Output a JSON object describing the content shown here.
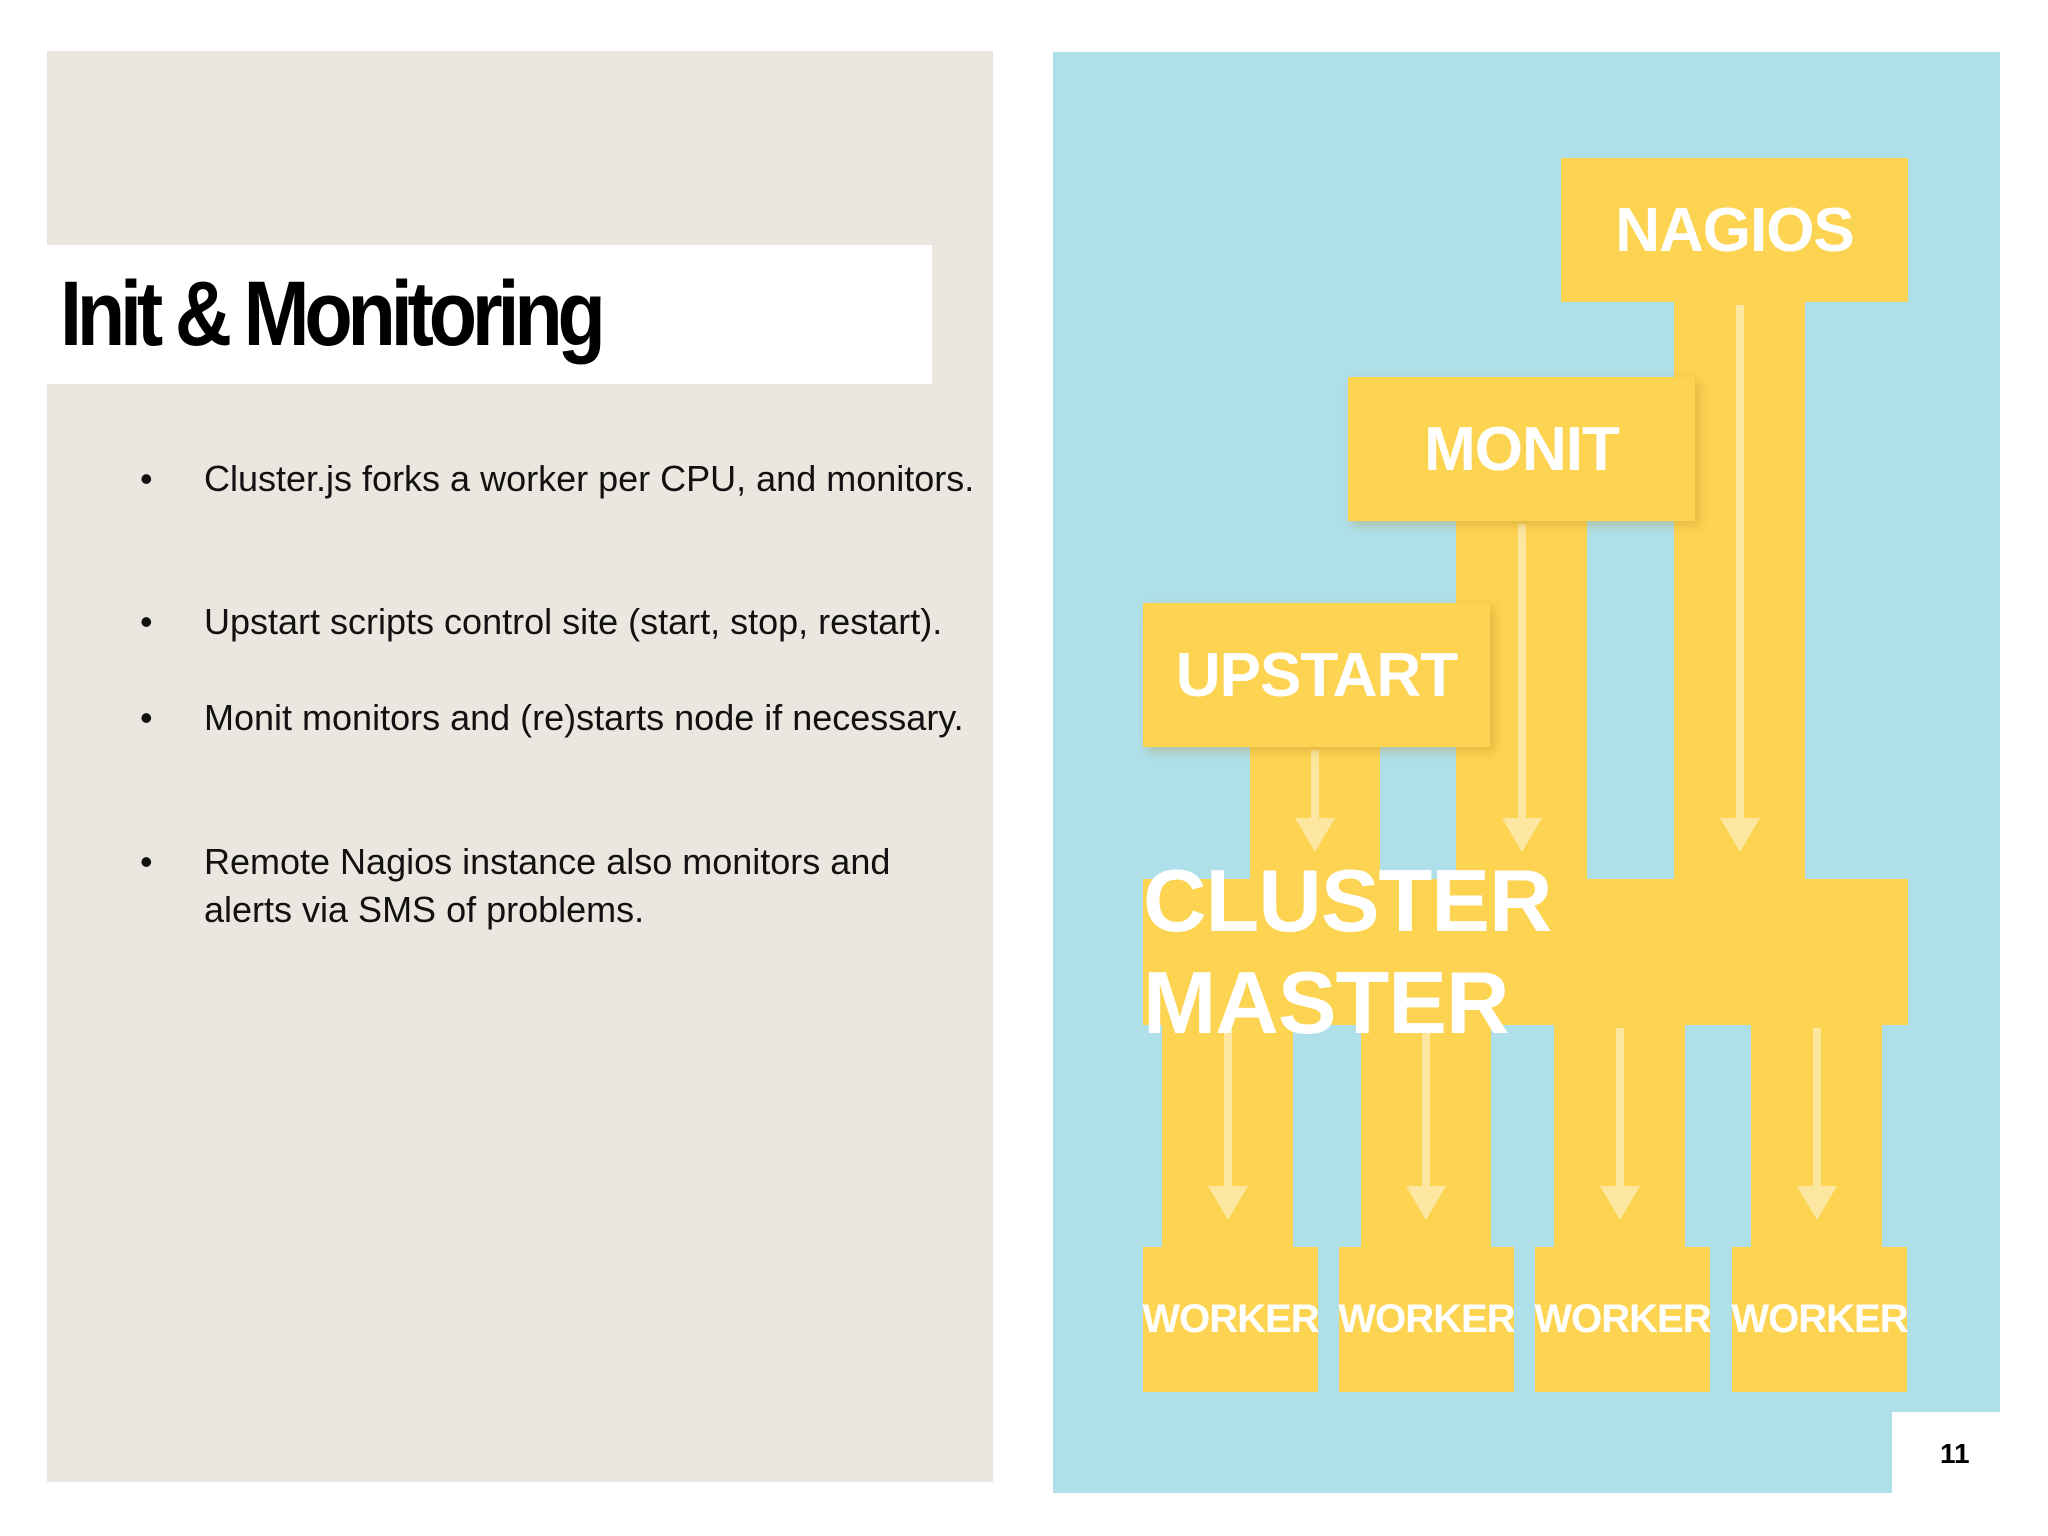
{
  "slide": {
    "title": "Init & Monitoring",
    "bullets": [
      "Cluster.js forks a worker per CPU, and monitors.",
      "Upstart scripts control site (start, stop, restart).",
      "Monit monitors and (re)starts node if necessary.",
      "Remote Nagios instance also monitors and alerts via SMS of problems."
    ],
    "bullet_symbol": "•",
    "page_number": "11"
  },
  "diagram": {
    "nagios": "NAGIOS",
    "monit": "MONIT",
    "upstart": "UPSTART",
    "cluster_master": "CLUSTER MASTER",
    "workers": [
      "WORKER",
      "WORKER",
      "WORKER",
      "WORKER"
    ],
    "colors": {
      "background": "#afe0ea",
      "box": "#fdd352",
      "panel": "#ebe6df"
    }
  }
}
